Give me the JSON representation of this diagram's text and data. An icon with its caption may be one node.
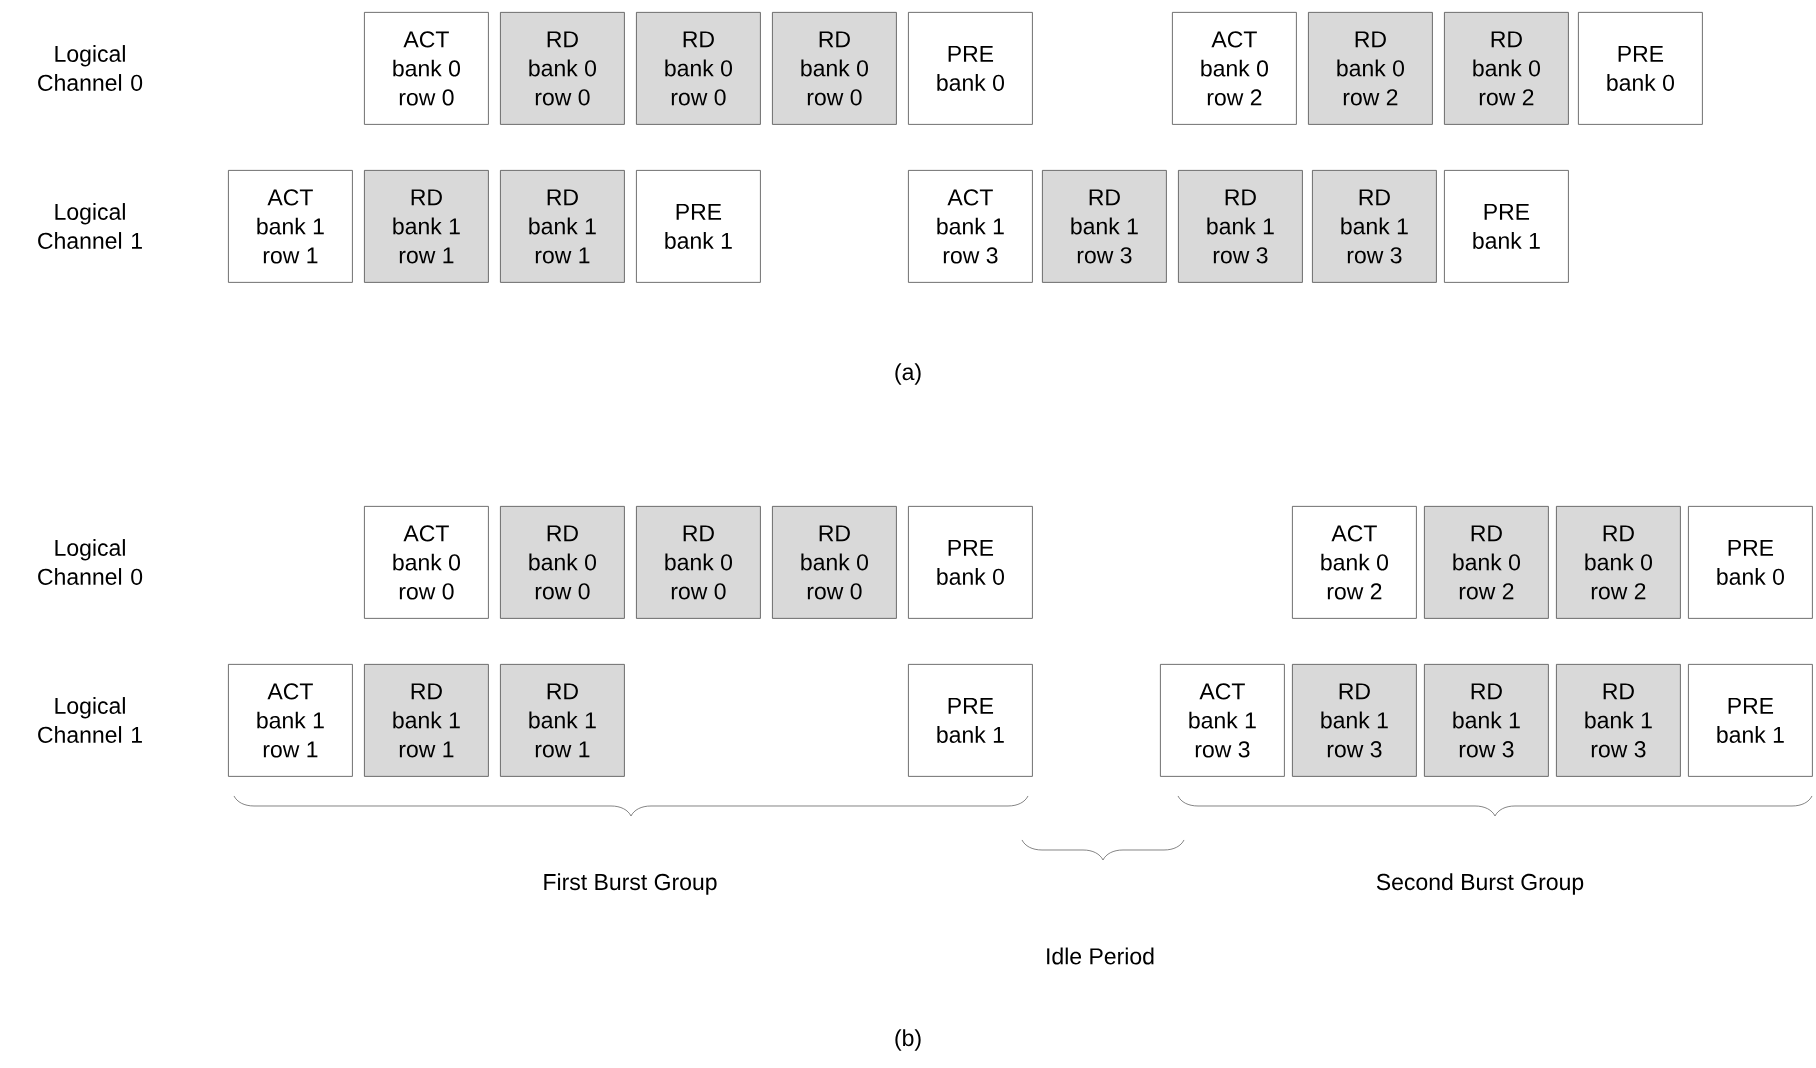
{
  "diagram": {
    "nodes": [
      {
        "text": [
          "ACT",
          "bank 0",
          "row 0"
        ]
      },
      {
        "text": [
          "RD",
          "bank 0",
          "row 0"
        ]
      },
      {
        "text": [
          "RD",
          "bank 0",
          "row 0"
        ]
      },
      {
        "text": [
          "RD",
          "bank 0",
          "row 0"
        ]
      },
      {
        "text": [
          "PRE",
          "bank 0"
        ]
      },
      {
        "text": [
          "ACT",
          "bank 0",
          "row 2"
        ]
      },
      {
        "text": [
          "RD",
          "bank 0",
          "row 2"
        ]
      },
      {
        "text": [
          "RD",
          "bank 0",
          "row 2"
        ]
      },
      {
        "text": [
          "PRE",
          "bank 0"
        ]
      },
      {
        "text": [
          "ACT",
          "bank 1",
          "row 1"
        ]
      },
      {
        "text": [
          "RD",
          "bank 1",
          "row 1"
        ]
      },
      {
        "text": [
          "RD",
          "bank 1",
          "row 1"
        ]
      },
      {
        "text": [
          "PRE",
          "bank 1"
        ]
      },
      {
        "text": [
          "ACT",
          "bank 1",
          "row 3"
        ]
      },
      {
        "text": [
          "RD",
          "bank 1",
          "row 3"
        ]
      },
      {
        "text": [
          "RD",
          "bank 1",
          "row 3"
        ]
      },
      {
        "text": [
          "RD",
          "bank 1",
          "row 3"
        ]
      },
      {
        "text": [
          "PRE",
          "bank 1"
        ]
      },
      {
        "text": [
          "ACT",
          "bank 0",
          "row 0"
        ]
      },
      {
        "text": [
          "RD",
          "bank 0",
          "row 0"
        ]
      },
      {
        "text": [
          "RD",
          "bank 0",
          "row 0"
        ]
      },
      {
        "text": [
          "RD",
          "bank 0",
          "row 0"
        ]
      },
      {
        "text": [
          "PRE",
          "bank 0"
        ]
      },
      {
        "text": [
          "ACT",
          "bank 0",
          "row 2"
        ]
      },
      {
        "text": [
          "RD",
          "bank 0",
          "row 2"
        ]
      },
      {
        "text": [
          "RD",
          "bank 0",
          "row 2"
        ]
      },
      {
        "text": [
          "PRE",
          "bank 0"
        ]
      },
      {
        "text": [
          "ACT",
          "bank 1",
          "row 1"
        ]
      },
      {
        "text": [
          "RD",
          "bank 1",
          "row 1"
        ]
      },
      {
        "text": [
          "RD",
          "bank 1",
          "row 1"
        ]
      },
      {
        "text": [
          "PRE",
          "bank 1"
        ]
      },
      {
        "text": [
          "ACT",
          "bank 1",
          "row 3"
        ]
      },
      {
        "text": [
          "RD",
          "bank 1",
          "row 3"
        ]
      },
      {
        "text": [
          "RD",
          "bank 1",
          "row 3"
        ]
      },
      {
        "text": [
          "RD",
          "bank 1",
          "row 3"
        ]
      },
      {
        "text": [
          "PRE",
          "bank 1"
        ]
      }
    ],
    "labels": [
      "Logical Channel 0",
      "Logical Channel 1",
      "(a)",
      "Logical Channel 0",
      "Logical Channel 1",
      "First Burst Group",
      "Second Burst Group",
      "Idle Period",
      "(b)"
    ]
  }
}
